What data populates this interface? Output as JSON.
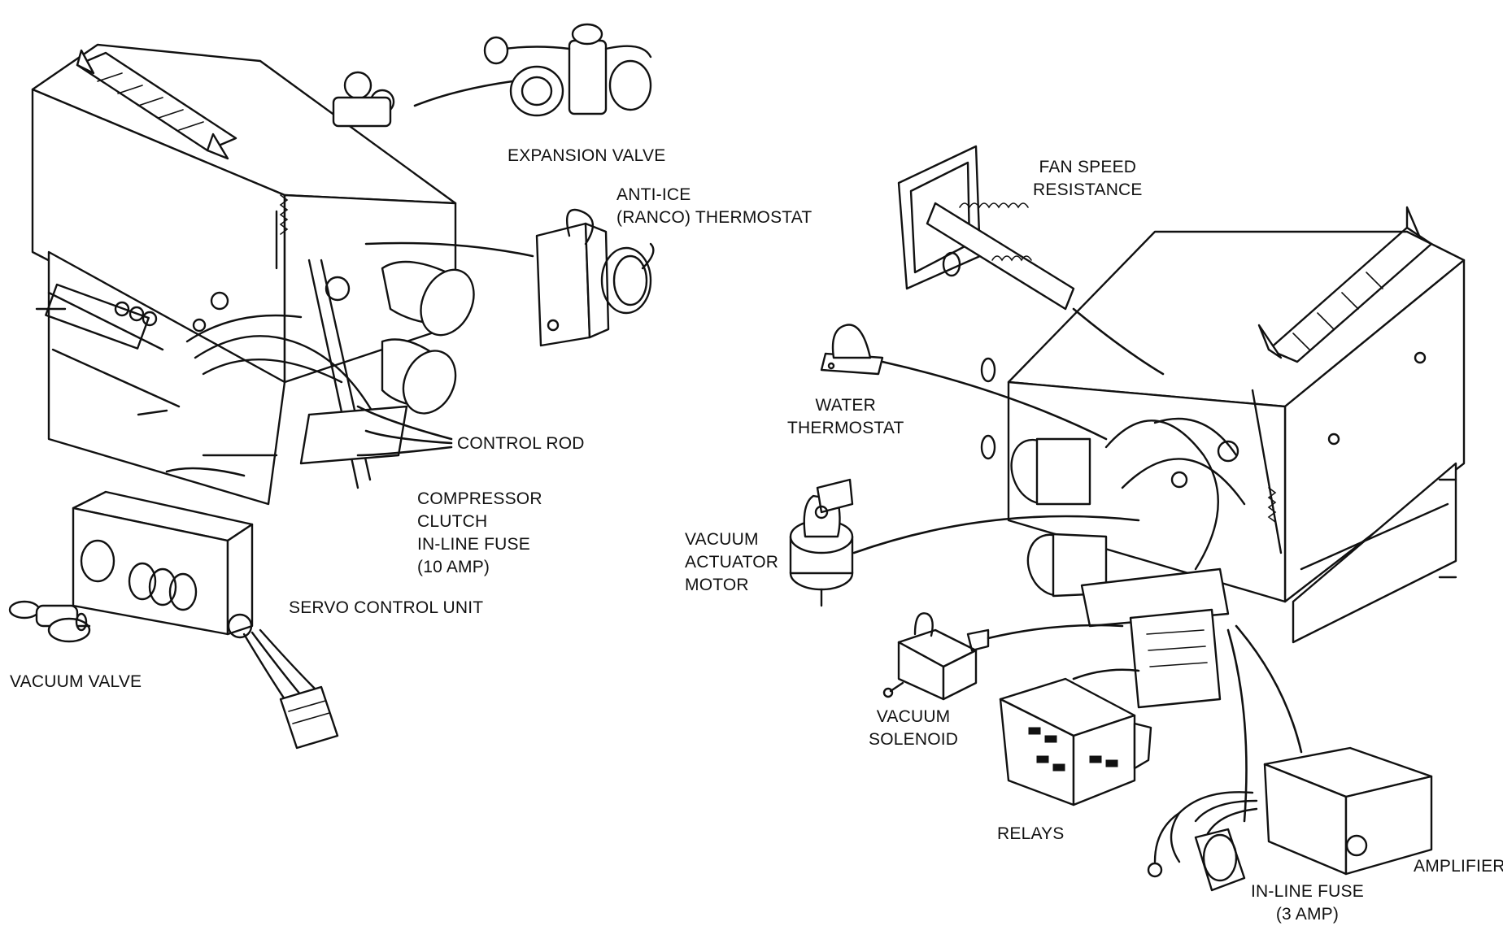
{
  "labels": {
    "expansion_valve": [
      "EXPANSION VALVE"
    ],
    "anti_ice_thermostat": [
      "ANTI-ICE",
      "(RANCO) THERMOSTAT"
    ],
    "control_rod": [
      "CONTROL ROD"
    ],
    "compressor_fuse": [
      "COMPRESSOR",
      "CLUTCH",
      "IN-LINE FUSE",
      "(10 AMP)"
    ],
    "servo_control_unit": [
      "SERVO CONTROL UNIT"
    ],
    "vacuum_valve": [
      "VACUUM VALVE"
    ],
    "fan_speed_resistance": [
      "FAN SPEED",
      "RESISTANCE"
    ],
    "water_thermostat": [
      "WATER",
      "THERMOSTAT"
    ],
    "vacuum_actuator_motor": [
      "VACUUM",
      "ACTUATOR",
      "MOTOR"
    ],
    "vacuum_solenoid": [
      "VACUUM",
      "SOLENOID"
    ],
    "relays": [
      "RELAYS"
    ],
    "amplifier": [
      "AMPLIFIER"
    ],
    "inline_fuse_3amp": [
      "IN-LINE FUSE",
      "(3 AMP)"
    ]
  }
}
